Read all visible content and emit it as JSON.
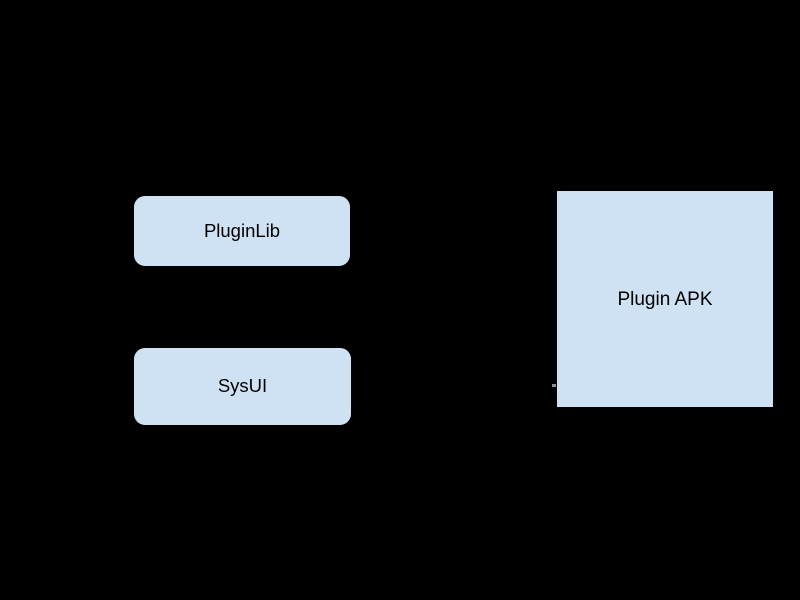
{
  "diagram": {
    "background_color": "#000000",
    "node_fill_color": "#cfe2f3",
    "node_border_color": "#000000",
    "node_text_color": "#000000",
    "artifact_color": "#8e8e8e",
    "nodes": [
      {
        "id": "pluginlib",
        "label": "PluginLib",
        "shape": "rounded-rectangle"
      },
      {
        "id": "sysui",
        "label": "SysUI",
        "shape": "rounded-rectangle"
      },
      {
        "id": "plugin-apk",
        "label": "Plugin APK",
        "shape": "rectangle"
      }
    ]
  }
}
